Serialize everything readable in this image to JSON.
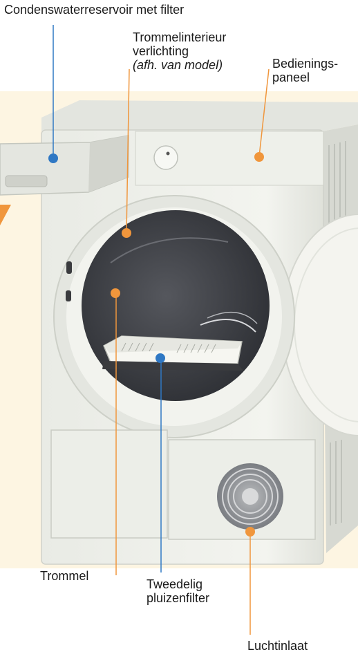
{
  "labels": {
    "condenswater": "Condenswaterreservoir met filter",
    "trommelverlichting_line1": "Trommelinterieur",
    "trommelverlichting_line2": "verlichting",
    "trommelverlichting_note": "(afh. van model)",
    "bedieningspaneel_line1": "Bedienings-",
    "bedieningspaneel_line2": "paneel",
    "trommel": "Trommel",
    "pluizenfilter_line1": "Tweedelig",
    "pluizenfilter_line2": "pluizenfilter",
    "luchtinlaat": "Luchtinlaat"
  },
  "colors": {
    "orange_marker": "#f0963c",
    "blue_marker": "#2f78c4",
    "background_panel": "#fdf5e2",
    "drum_dark": "#3e4046",
    "appliance": "#eceee8"
  }
}
